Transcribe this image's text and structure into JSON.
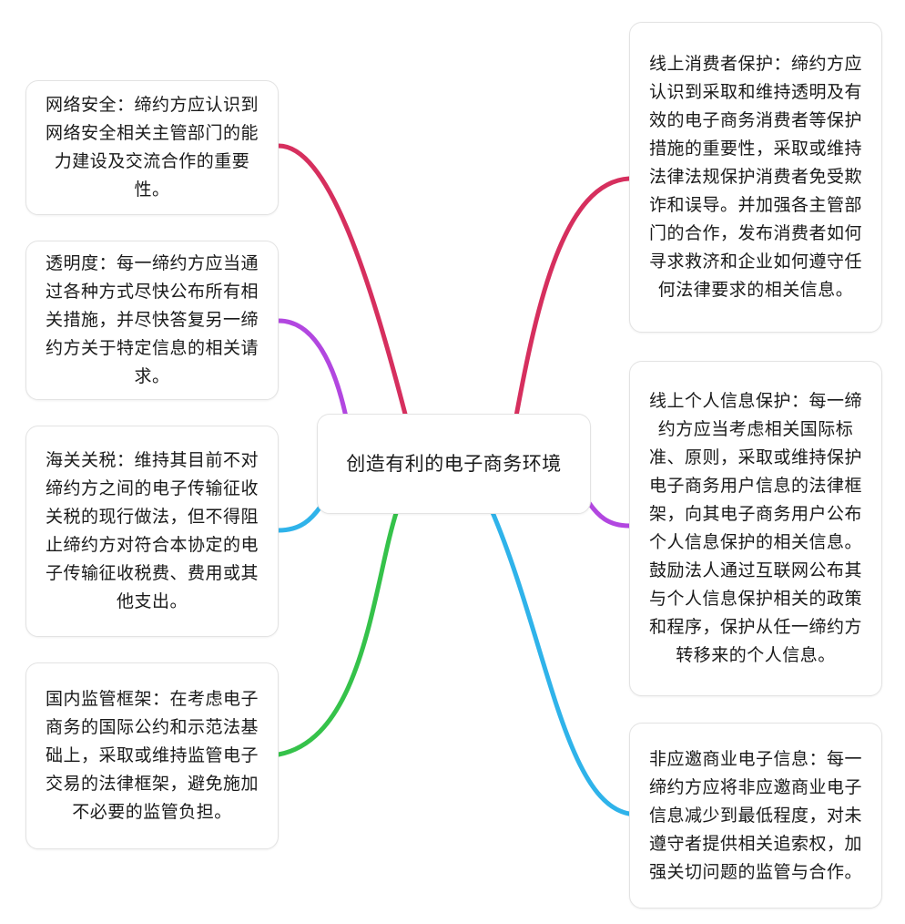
{
  "center": {
    "text": "创造有利的电子商务环境"
  },
  "left_nodes": [
    {
      "text": "网络安全：缔约方应认识到网络安全相关主管部门的能力建设及交流合作的重要性。",
      "color": "#d62f5e"
    },
    {
      "text": "透明度：每一缔约方应当通过各种方式尽快公布所有相关措施，并尽快答复另一缔约方关于特定信息的相关请求。",
      "color": "#b247e0"
    },
    {
      "text": "海关关税：维持其目前不对缔约方之间的电子传输征收关税的现行做法，但不得阻止缔约方对符合本协定的电子传输征收税费、费用或其他支出。",
      "color": "#2fb3ea"
    },
    {
      "text": "国内监管框架：在考虑电子商务的国际公约和示范法基础上，采取或维持监管电子交易的法律框架，避免施加不必要的监管负担。",
      "color": "#35c24a"
    }
  ],
  "right_nodes": [
    {
      "text": "线上消费者保护：缔约方应认识到采取和维持透明及有效的电子商务消费者等保护措施的重要性，采取或维持法律法规保护消费者免受欺诈和误导。并加强各主管部门的合作，发布消费者如何寻求救济和企业如何遵守任何法律要求的相关信息。",
      "color": "#d62f5e"
    },
    {
      "text": "线上个人信息保护：每一缔约方应当考虑相关国际标准、原则，采取或维持保护电子商务用户信息的法律框架，向其电子商务用户公布个人信息保护的相关信息。鼓励法人通过互联网公布其与个人信息保护相关的政策和程序，保护从任一缔约方转移来的个人信息。",
      "color": "#b247e0"
    },
    {
      "text": "非应邀商业电子信息：每一缔约方应将非应邀商业电子信息减少到最低程度，对未遵守者提供相关追索权，加强关切问题的监管与合作。",
      "color": "#2fb3ea"
    }
  ]
}
